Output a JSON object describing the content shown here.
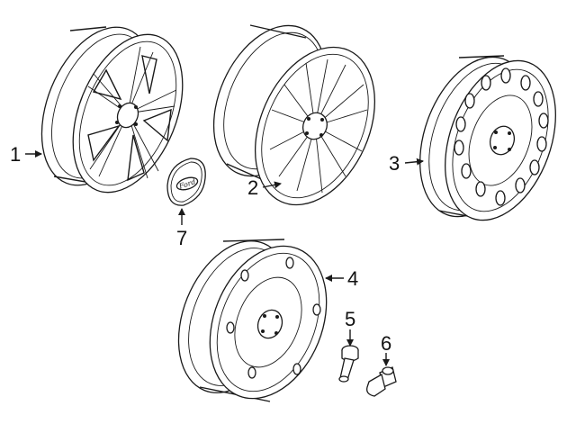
{
  "callouts": {
    "c1": "1",
    "c2": "2",
    "c3": "3",
    "c4": "4",
    "c5": "5",
    "c6": "6",
    "c7": "7"
  },
  "emblem_text": "Ford"
}
